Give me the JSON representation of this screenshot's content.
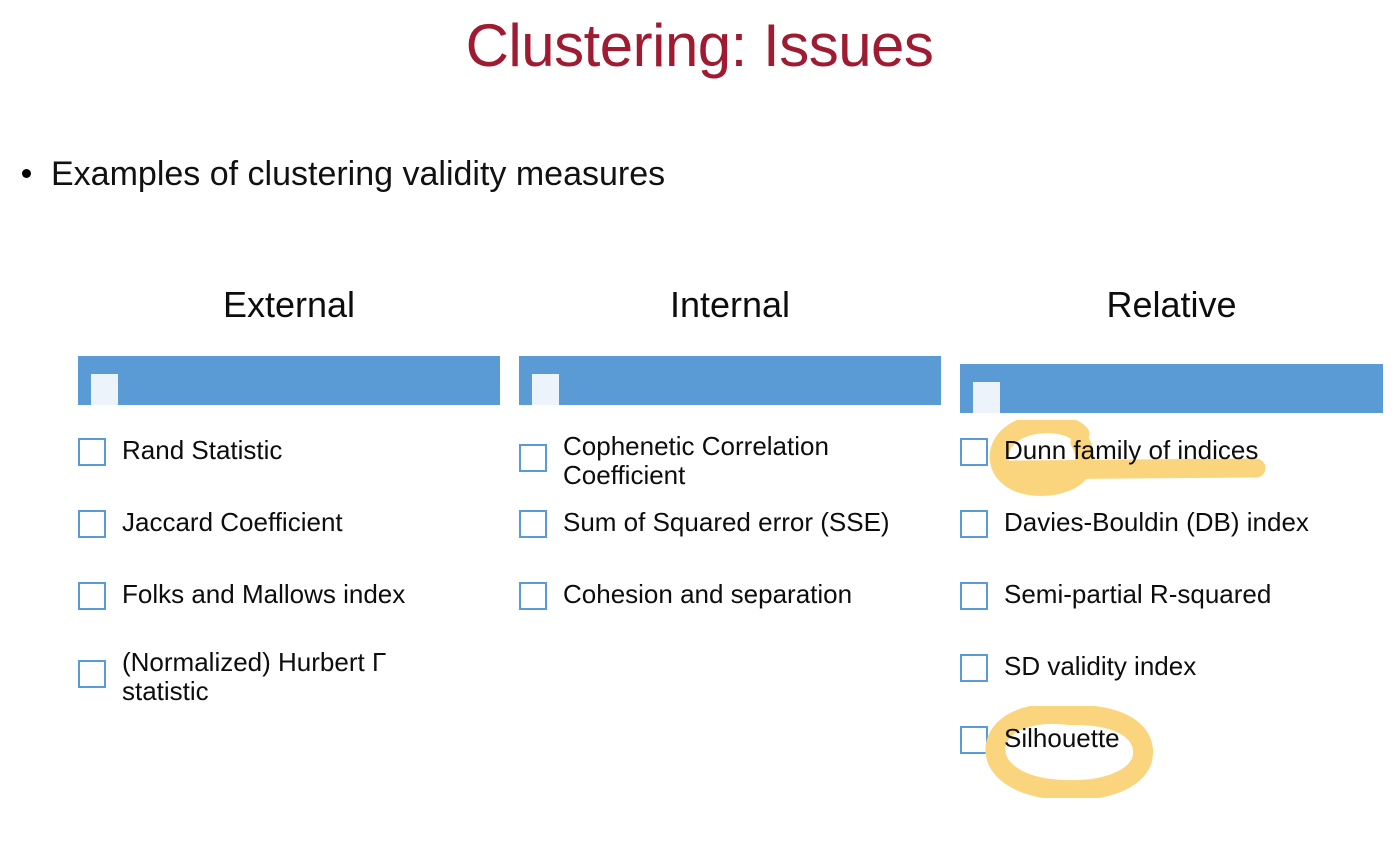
{
  "slide": {
    "title": "Clustering: Issues",
    "bullet": "Examples of clustering validity measures"
  },
  "colors": {
    "title": "#9E1B32",
    "bar": "#5B9BD5",
    "checkbox_border": "#5B9BD5",
    "highlight": "#FAD57E",
    "background": "#FFFFFF"
  },
  "columns": [
    {
      "header": "External",
      "items": [
        {
          "label": "Rand Statistic",
          "two_line": false,
          "highlight": "none"
        },
        {
          "label": "Jaccard Coefficient",
          "two_line": false,
          "highlight": "none"
        },
        {
          "label": "Folks and Mallows index",
          "two_line": false,
          "highlight": "none"
        },
        {
          "label": "(Normalized) Hurbert Γ statistic",
          "two_line": true,
          "highlight": "none"
        }
      ]
    },
    {
      "header": "Internal",
      "items": [
        {
          "label": "Cophenetic Correlation Coefficient",
          "two_line": true,
          "highlight": "none"
        },
        {
          "label": "Sum of Squared error (SSE)",
          "two_line": false,
          "highlight": "none"
        },
        {
          "label": "Cohesion and separation",
          "two_line": false,
          "highlight": "none"
        }
      ]
    },
    {
      "header": "Relative",
      "items": [
        {
          "label": "Dunn family of indices",
          "two_line": false,
          "highlight": "circle-underline"
        },
        {
          "label": "Davies-Bouldin (DB) index",
          "two_line": false,
          "highlight": "none"
        },
        {
          "label": "Semi-partial R-squared",
          "two_line": false,
          "highlight": "none"
        },
        {
          "label": "SD validity index",
          "two_line": false,
          "highlight": "none"
        },
        {
          "label": "Silhouette",
          "two_line": false,
          "highlight": "oval"
        }
      ]
    }
  ],
  "annotations": [
    {
      "name": "dunn-highlight",
      "target": "Dunn family of indices",
      "shape": "circle with trailing underline",
      "color": "#FAD57E"
    },
    {
      "name": "silhouette-highlight",
      "target": "Silhouette",
      "shape": "oval",
      "color": "#FAD57E"
    }
  ]
}
